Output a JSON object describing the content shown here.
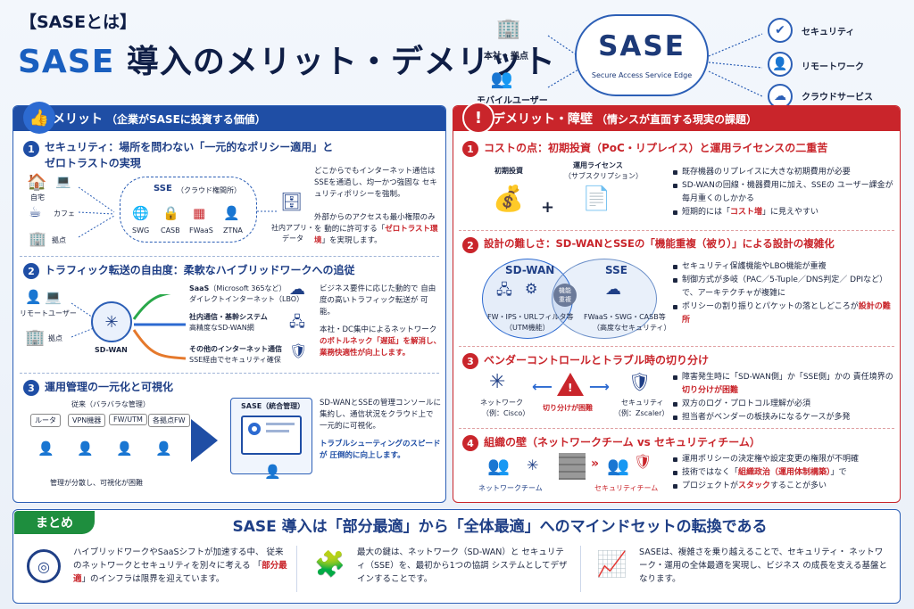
{
  "kicker": "【SASEとは】",
  "title_a": "SASE",
  "title_b": "導入のメリット・デメリット",
  "hero": {
    "main": "SASE",
    "sub": "Secure Access Service Edge",
    "left": [
      "本社・拠点",
      "モバイルユーザー"
    ],
    "right": [
      "セキュリティ",
      "リモートワーク",
      "クラウドサービス"
    ]
  },
  "merit": {
    "header": "メリット",
    "header_sub": "（企業がSASEに投資する価値）",
    "s1": {
      "num": "1",
      "title_a": "セキュリティ：場所を問わない「一元的なポリシー適用」と",
      "title_b": "ゼロトラストの実現",
      "sources": [
        "自宅",
        "カフェ",
        "拠点"
      ],
      "cloud_title": "SSE",
      "cloud_sub": "（クラウド権間所）",
      "funcs": [
        "SWG",
        "CASB",
        "FWaaS",
        "ZTNA"
      ],
      "dest": [
        "社内アプリ・",
        "データ"
      ],
      "text1": "どこからでもインターネット通信は SSEを通過し、均一かつ強固な セキュリティポリシーを強制。",
      "text2a": "外部からのアクセスも最小権限のみを 動的に許可する「",
      "text2b": "ゼロトラスト環境",
      "text2c": "」を実現します。"
    },
    "s2": {
      "num": "2",
      "title": "トラフィック転送の自由度：柔軟なハイブリッドワークへの追従",
      "users": [
        "リモートユーザー",
        "拠点"
      ],
      "hub": "SD-WAN",
      "routes": [
        {
          "t": "SaaS",
          "tsub": "（Microsoft 365など）",
          "s": "ダイレクトインターネット（LBO）"
        },
        {
          "t": "社内通信・基幹システム",
          "s": "高精度なSD-WAN網"
        },
        {
          "t": "その他のインターネット通信",
          "s": "SSE経由でセキュリティ確保"
        }
      ],
      "text1": "ビジネス要件に応じた動的で 自由度の高いトラフィック転送が 可能。",
      "text2a": "本社・DC集中によるネットワーク ",
      "text2b": "のボトルネック「遅延」を解消し、",
      "text2c": "業務快適性が向上します。"
    },
    "s3": {
      "num": "3",
      "title": "運用管理の一元化と可視化",
      "old_title": "従来（バラバラな管理）",
      "tags": [
        "ルータ",
        "VPN機器",
        "FW/UTM",
        "各拠点FW"
      ],
      "old_caption": "管理が分散し、可視化が困難",
      "new_title": "SASE（統合管理）",
      "text1": "SD-WANとSSEの管理コンソールに 集約し、通信状況をクラウド上で 一元的に可視化。",
      "text2": "トラブルシューティングのスピードが 圧倒的に向上します。"
    }
  },
  "demerit": {
    "header": "デメリット・障壁",
    "header_sub": "（情シスが直面する現実の課題）",
    "s1": {
      "num": "1",
      "title": "コストの点：初期投資（PoC・リプレイス）と運用ライセンスの二重苦",
      "c1": "初期投資",
      "c2": "運用ライセンス",
      "c2sub": "（サブスクリプション）",
      "b1": "既存機器のリプレイスに大きな初期費用が必要",
      "b2": "SD-WANの回線・機器費用に加え、SSEの ユーザー課金が毎月重くのしかかる",
      "b3a": "短期的には「",
      "b3b": "コスト増",
      "b3c": "」に見えやすい"
    },
    "s2": {
      "num": "2",
      "title": "設計の難しさ：SD-WANとSSEの「機能重複（被り）」による設計の複雑化",
      "left_t": "SD-WAN",
      "left_s": "FW・IPS・URLフィルタ等",
      "left_s2": "（UTM機能）",
      "mid": "機能\n重複",
      "right_t": "SSE",
      "right_s": "FWaaS・SWG・CASB等",
      "right_s2": "（高度なセキュリティ）",
      "b1": "セキュリティ保護機能やLBO機能が重複",
      "b2": "制御方式が多岐（PAC／5-Tuple／DNS判定／ DPIなど）で、アーキテクチャが複雑に",
      "b3": "ポリシーの割り振りとパケットの落としどころが",
      "b3em": "設計の難所"
    },
    "s3": {
      "num": "3",
      "title": "ベンダーコントロールとトラブル時の切り分け",
      "l": "ネットワーク",
      "l2": "（例：Cisco）",
      "mid": "切り分けが困難",
      "r": "セキュリティ",
      "r2": "（例：Zscaler）",
      "b1a": "障害発生時に「SD-WAN側」か「SSE側」かの 責任境界の",
      "b1b": "切り分けが困難",
      "b2": "双方のログ・プロトコル理解が必須",
      "b3": "担当者がベンダーの板挟みになるケースが多発"
    },
    "s4": {
      "num": "4",
      "title": "組織の壁（ネットワークチーム vs セキュリティチーム）",
      "l": "ネットワークチーム",
      "r": "セキュリティチーム",
      "b1": "運用ポリシーの決定権や設定変更の権限が不明確",
      "b2a": "技術ではなく「",
      "b2b": "組織政治（運用体制構築）",
      "b2c": "」で",
      "b3a": "プロジェクトが",
      "b3b": "スタック",
      "b3c": "することが多い"
    }
  },
  "summary": {
    "tag": "まとめ",
    "head": "SASE 導入は「部分最適」から「全体最適」へのマインドセットの転換である",
    "c1a": "ハイブリッドワークやSaaSシフトが加速する中、 従来のネットワークとセキュリティを別々に考える 「",
    "c1b": "部分最適",
    "c1c": "」のインフラは限界を迎えています。",
    "c2": "最大の鍵は、ネットワーク（SD-WAN）と セキュリティ（SSE）を、最初から1つの協調 システムとしてデザインすることです。",
    "c3": "SASEは、複雑さを乗り越えることで、セキュリティ・ ネットワーク・運用の全体最適を実現し、ビジネス の成長を支える基盤となります。"
  },
  "colors": {
    "blue": "#1f4ea5",
    "red": "#c9252b",
    "green": "#1e8e3e"
  }
}
